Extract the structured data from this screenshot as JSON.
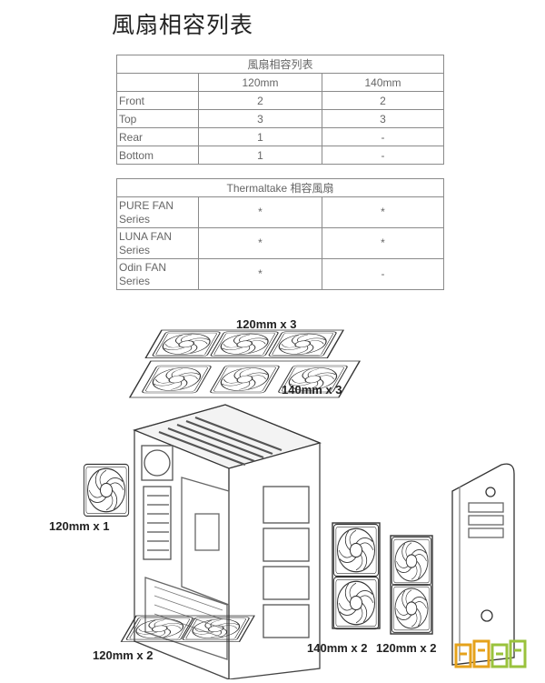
{
  "title": "風扇相容列表",
  "fan_table": {
    "caption": "風扇相容列表",
    "columns": [
      "",
      "120mm",
      "140mm"
    ],
    "rows": [
      {
        "label": "Front",
        "c120": "2",
        "c140": "2"
      },
      {
        "label": "Top",
        "c120": "3",
        "c140": "3"
      },
      {
        "label": "Rear",
        "c120": "1",
        "c140": "-"
      },
      {
        "label": "Bottom",
        "c120": "1",
        "c140": "-"
      }
    ]
  },
  "tt_table": {
    "caption": "Thermaltake 相容風扇",
    "rows": [
      {
        "label": "PURE FAN Series",
        "c120": "*",
        "c140": "*"
      },
      {
        "label": "LUNA FAN Series",
        "c120": "*",
        "c140": "*"
      },
      {
        "label": "Odin FAN Series",
        "c120": "*",
        "c140": "-"
      }
    ]
  },
  "diagram": {
    "top_120": "120mm x 3",
    "top_140": "140mm x 3",
    "rear": "120mm x 1",
    "bottom": "120mm x 2",
    "front_140": "140mm x 2",
    "front_120": "120mm x 2"
  },
  "colors": {
    "line": "#8a8a8a",
    "text": "#666666",
    "watermark": "#e5a21b"
  }
}
